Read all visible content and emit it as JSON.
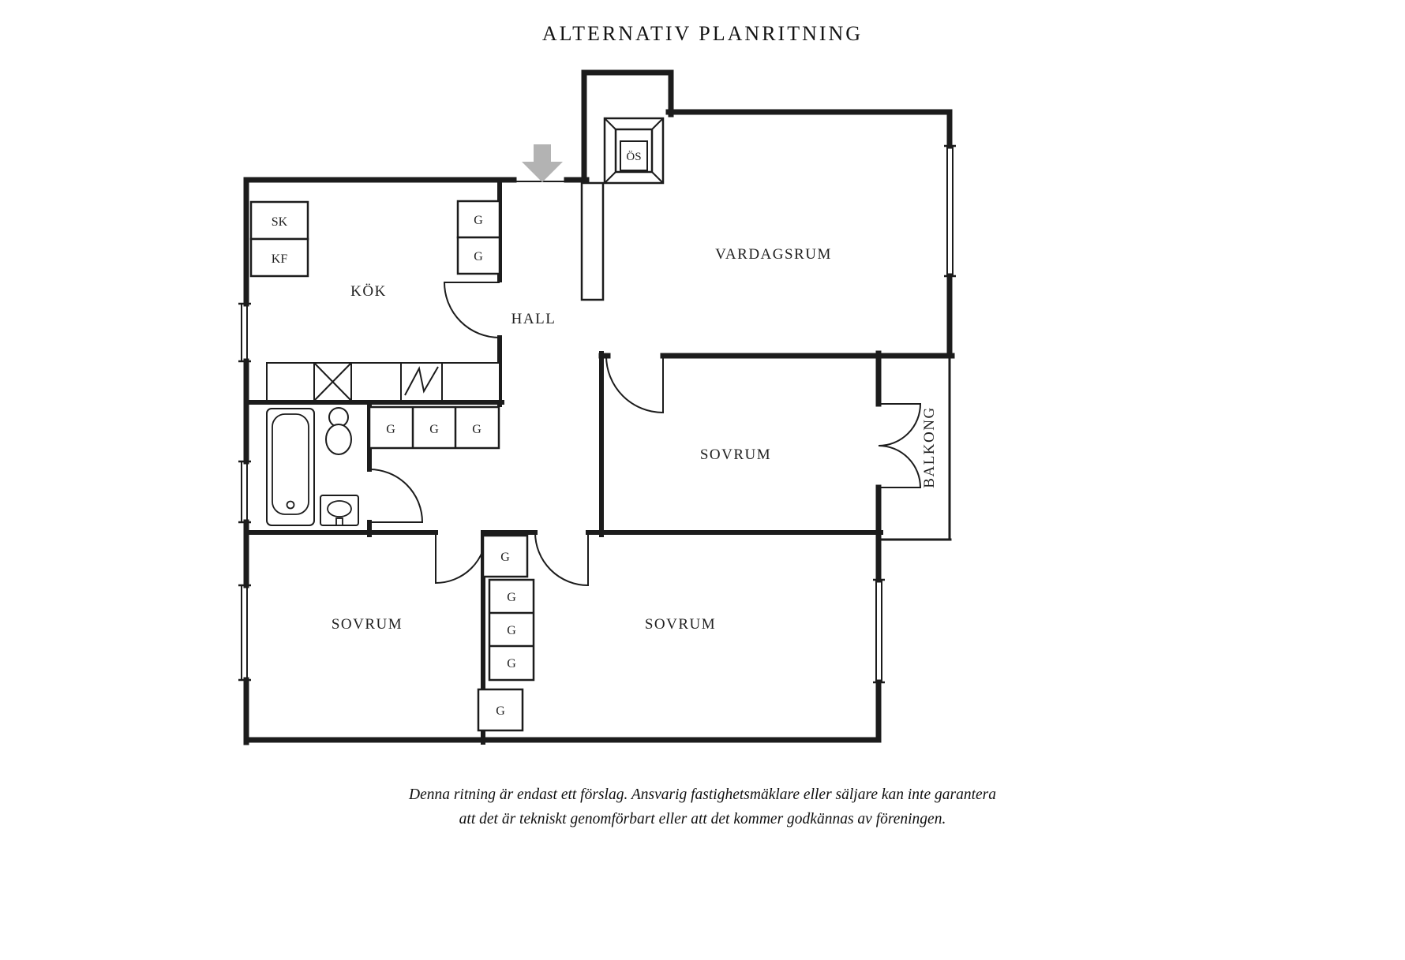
{
  "page": {
    "title": "ALTERNATIV PLANRITNING",
    "disclaimer_line1": "Denna ritning är endast ett förslag. Ansvarig fastighetsmäklare eller säljare kan inte garantera",
    "disclaimer_line2": "att det är tekniskt genomförbart eller att det kommer godkännas av föreningen."
  },
  "rooms": {
    "kitchen": "KÖK",
    "hall": "HALL",
    "living_room": "VARDAGSRUM",
    "bedroom_1": "SOVRUM",
    "bedroom_2": "SOVRUM",
    "bedroom_3": "SOVRUM",
    "balcony": "BALKONG"
  },
  "fixtures": {
    "wardrobe": "G",
    "cleaning_closet": "SK",
    "fridge_freezer": "KF",
    "open_fireplace": "ÖS"
  },
  "colors": {
    "wall": "#1c1c1c",
    "entrance_arrow": "#b3b3b3",
    "text": "#1f1f1f",
    "background": "#ffffff"
  }
}
